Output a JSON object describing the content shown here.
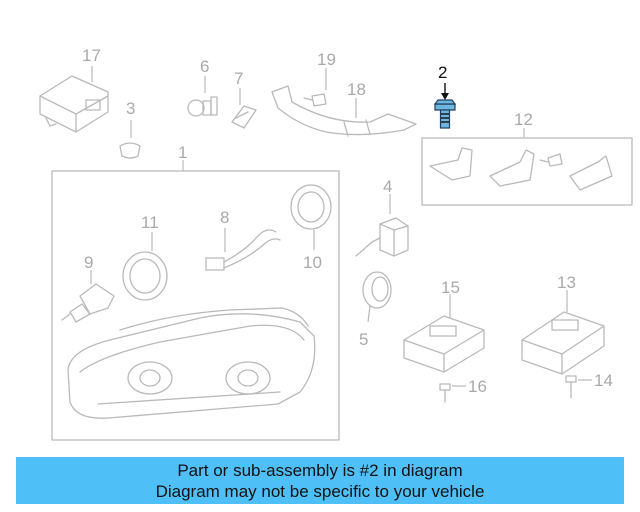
{
  "diagram": {
    "highlighted_part": "2",
    "callouts": [
      "17",
      "6",
      "7",
      "19",
      "18",
      "2",
      "12",
      "3",
      "1",
      "4",
      "11",
      "8",
      "10",
      "9",
      "15",
      "13",
      "5",
      "16",
      "14"
    ]
  },
  "colors": {
    "highlight_fill": "#6fb6dc",
    "banner_bg": "#4fc0f7",
    "part_stroke": "#b9b9b9",
    "label": "#a9a9a9"
  },
  "banner": {
    "line1": "Part or sub-assembly is #2 in diagram",
    "line2": "Diagram may not be specific to your vehicle"
  }
}
